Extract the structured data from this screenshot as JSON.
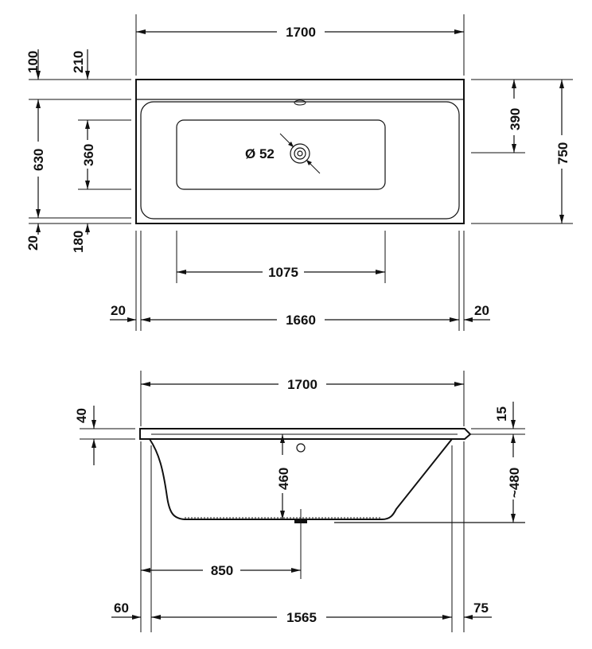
{
  "plan_view": {
    "overall_length": "1700",
    "overall_width": "750",
    "rim_back_depth": "100",
    "rim_to_outlet": "210",
    "inner_width": "630",
    "basin_width": "360",
    "rim_front_depth": "20",
    "basin_front_offset": "180",
    "outlet_distance": "390",
    "outlet_diameter": "Ø 52",
    "basin_length": "1075",
    "inner_length": "1660",
    "side_rim_left": "20",
    "side_rim_right": "20"
  },
  "section_view": {
    "overall_length": "1700",
    "rim_thickness": "40",
    "rim_lip": "15",
    "depth": "460",
    "total_height": "~480",
    "drain_distance": "850",
    "bottom_length": "1565",
    "left_offset": "60",
    "right_offset": "75"
  }
}
